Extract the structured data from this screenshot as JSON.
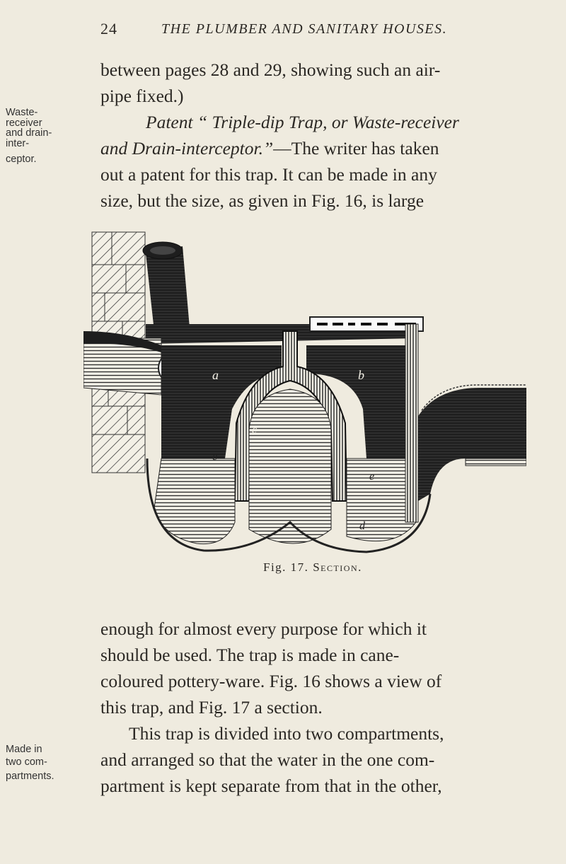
{
  "header": {
    "page_number": "24",
    "running_title": "THE PLUMBER AND SANITARY HOUSES."
  },
  "margin_notes": {
    "waste_receiver": [
      "Waste-",
      "receiver",
      "and drain-",
      "inter-",
      "ceptor."
    ],
    "compartments": [
      "Made in",
      "two com-",
      "partments."
    ]
  },
  "paragraph_top": {
    "line1": "between pages 28 and 29, showing such an air-",
    "line2": "pipe fixed.)",
    "line3_italic": "Patent “ Triple-dip Trap, or Waste-receiver",
    "line4_italic": "and Drain-interceptor.”",
    "line4_rest": "—The writer has taken",
    "line5": "out a patent for this trap.  It can be made in any",
    "line6": "size, but the size, as given in Fig. 16, is large"
  },
  "figure": {
    "labels": {
      "a": "a",
      "b": "b",
      "c": "c",
      "d": "d",
      "e": "e"
    },
    "caption_fig": "Fig. 17.",
    "caption_section": "Section."
  },
  "paragraph_bottom": {
    "line1": "enough for almost every purpose for which it",
    "line2": "should be used.  The trap is made in cane-",
    "line3": "coloured pottery-ware.  Fig. 16 shows a view of",
    "line4": "this trap, and Fig. 17 a section.",
    "line5": "This trap is divided into two compartments,",
    "line6": "and arranged so that the water in the one com-",
    "line7": "partment is kept separate from that in the other,"
  }
}
